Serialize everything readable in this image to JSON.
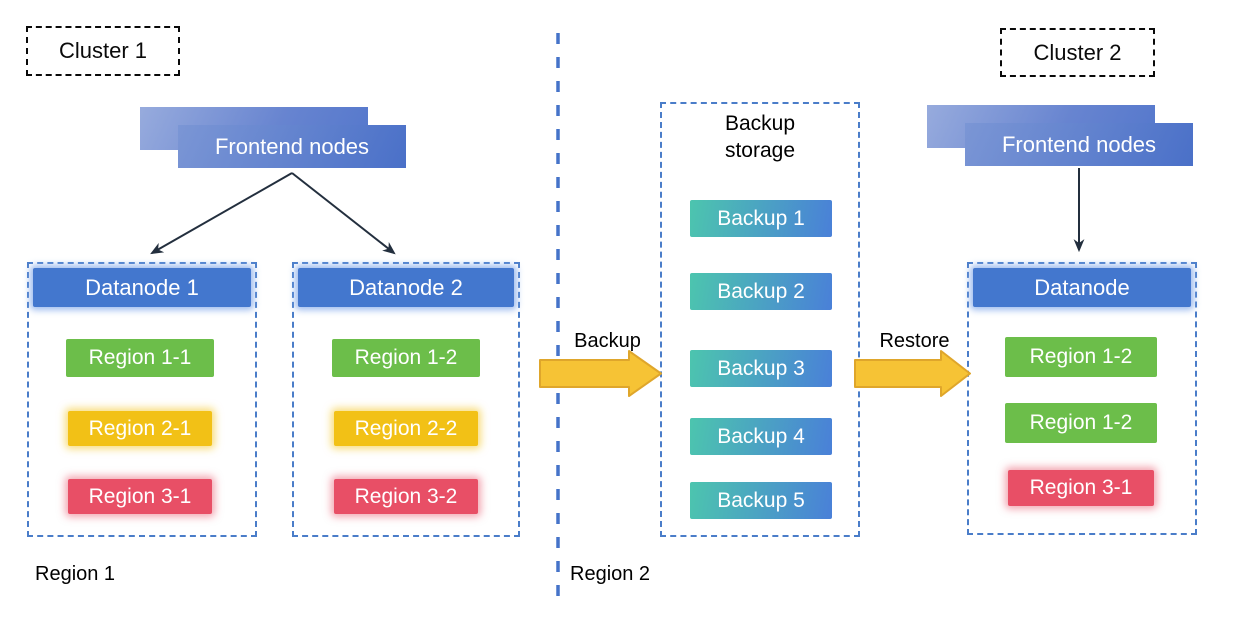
{
  "clusters": {
    "cluster1_label": "Cluster 1",
    "cluster2_label": "Cluster 2"
  },
  "frontend_left": {
    "label": "Frontend nodes"
  },
  "frontend_right": {
    "label": "Frontend nodes"
  },
  "datanode1": {
    "title": "Datanode 1",
    "regions": [
      {
        "label": "Region 1-1",
        "color": "#6cbe4a"
      },
      {
        "label": "Region 2-1",
        "color": "#f2c116"
      },
      {
        "label": "Region 3-1",
        "color": "#e84f66"
      }
    ]
  },
  "datanode2": {
    "title": "Datanode 2",
    "regions": [
      {
        "label": "Region 1-2",
        "color": "#6cbe4a"
      },
      {
        "label": "Region 2-2",
        "color": "#f2c116"
      },
      {
        "label": "Region 3-2",
        "color": "#e84f66"
      }
    ]
  },
  "backup_storage": {
    "title": "Backup storage",
    "items": [
      "Backup 1",
      "Backup 2",
      "Backup 3",
      "Backup 4",
      "Backup 5"
    ]
  },
  "datanode_restored": {
    "title": "Datanode",
    "regions": [
      {
        "label": "Region 1-2",
        "color": "#6cbe4a"
      },
      {
        "label": "Region 1-2",
        "color": "#6cbe4a"
      },
      {
        "label": "Region 3-1",
        "color": "#e84f66"
      }
    ]
  },
  "flows": {
    "backup_label": "Backup",
    "restore_label": "Restore"
  },
  "footer": {
    "region1_label": "Region 1",
    "region2_label": "Region 2"
  },
  "colors": {
    "node_blue": "#4377ce",
    "region_green": "#6cbe4a",
    "region_yellow": "#f2c116",
    "region_red": "#e84f66",
    "backup_gradient_start": "#4cc5ae",
    "backup_gradient_end": "#4a80d8",
    "arrow_yellow_fill": "#f6c335",
    "arrow_yellow_border": "#dfa62b",
    "dashed_border_blue": "#4a7dc9",
    "frontend_gradient_start": "#7b96d5",
    "frontend_gradient_end": "#4a70c8",
    "thin_arrow": "#232f3e"
  }
}
